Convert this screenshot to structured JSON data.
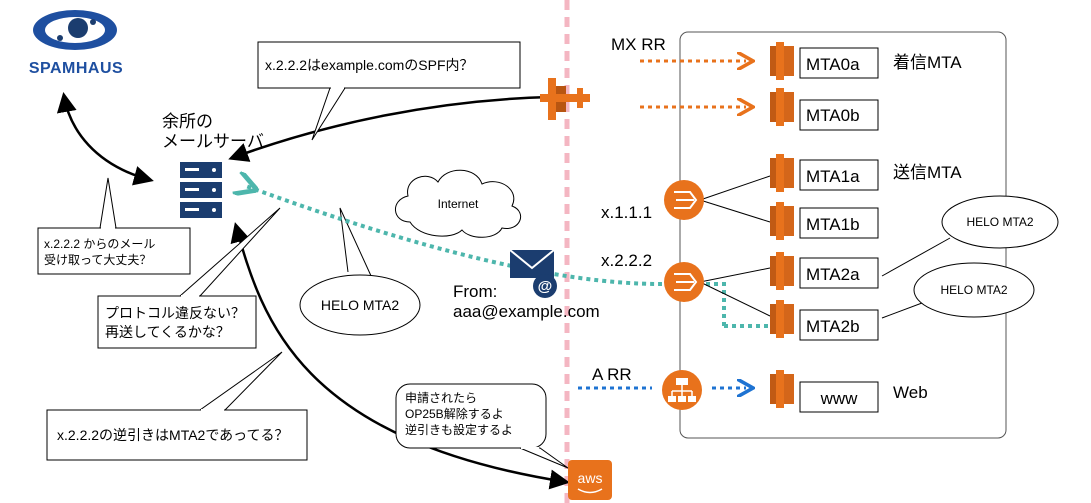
{
  "logo": {
    "text": "SPAMHAUS"
  },
  "remote_server": {
    "label_line1": "余所の",
    "label_line2": "メールサーバ"
  },
  "callouts": {
    "spf_question": "x.2.2.2はexample.comのSPF内？",
    "accept_question_line1": "x.2.2.2 からのメール",
    "accept_question_line2": "受け取って大丈夫？",
    "protocol_question_line1": "プロトコル違反ない？",
    "protocol_question_line2": "再送してくるかな？",
    "helo_left": "HELO MTA2",
    "reverse_question": "x.2.2.2の逆引きはMTA2であってる？",
    "aws_request_line1": "申請されたら",
    "aws_request_line2": "OP25B解除するよ",
    "aws_request_line3": "逆引きも設定するよ",
    "helo_right_1": "HELO MTA2",
    "helo_right_2": "HELO MTA2"
  },
  "internet": {
    "label": "Internet"
  },
  "mail": {
    "from_line1": "From:",
    "from_line2": "aaa@example.com"
  },
  "dns": {
    "mx_label": "MX RR",
    "a_label": "A RR"
  },
  "ips": {
    "ip1": "x.1.1.1",
    "ip2": "x.2.2.2"
  },
  "groups": {
    "inbound": "着信MTA",
    "outbound": "送信MTA",
    "web": "Web"
  },
  "servers": {
    "mta0a": "MTA0a",
    "mta0b": "MTA0b",
    "mta1a": "MTA1a",
    "mta1b": "MTA1b",
    "mta2a": "MTA2a",
    "mta2b": "MTA2b",
    "www": "www"
  },
  "aws": {
    "label": "aws"
  },
  "colors": {
    "aws_orange": "#e8721c",
    "teal": "#4db6ac",
    "blue": "#1e73d2",
    "navy": "#1b3d6f",
    "spamhaus_blue": "#1e4fa0",
    "divider_pink": "#f4b6c2"
  }
}
